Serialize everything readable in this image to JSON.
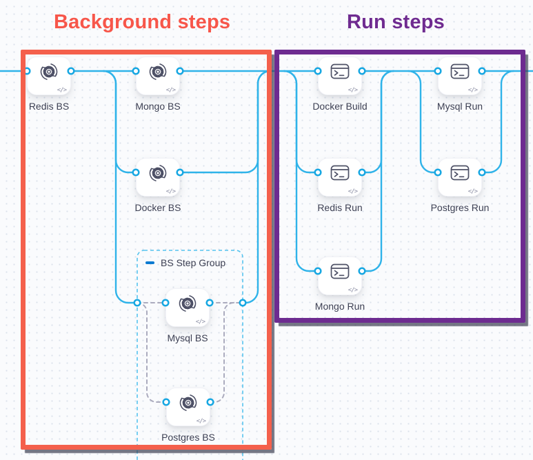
{
  "titles": {
    "background": "Background steps",
    "run": "Run steps"
  },
  "group": {
    "label": "BS Step Group"
  },
  "nodes": {
    "redis_bs": {
      "label": "Redis BS"
    },
    "mongo_bs": {
      "label": "Mongo BS"
    },
    "docker_bs": {
      "label": "Docker BS"
    },
    "mysql_bs": {
      "label": "Mysql BS"
    },
    "postgres_bs": {
      "label": "Postgres BS"
    },
    "docker_build": {
      "label": "Docker Build"
    },
    "mysql_run": {
      "label": "Mysql Run"
    },
    "redis_run": {
      "label": "Redis Run"
    },
    "postgres_run": {
      "label": "Postgres Run"
    },
    "mongo_run": {
      "label": "Mongo Run"
    }
  },
  "icons": {
    "background_step": "sync-gear",
    "run_step": "terminal",
    "group_collapse": "minus",
    "code_badge": "</>"
  },
  "colors": {
    "background_accent": "#F4604C",
    "run_accent": "#6D2B90",
    "edge": "#2FB3E9",
    "dashed_edge": "#ABABBE",
    "group_border": "#55C3EE",
    "port_stroke": "#17A7E2",
    "node_icon": "#4A4D63",
    "label_text": "#3C3F52"
  }
}
